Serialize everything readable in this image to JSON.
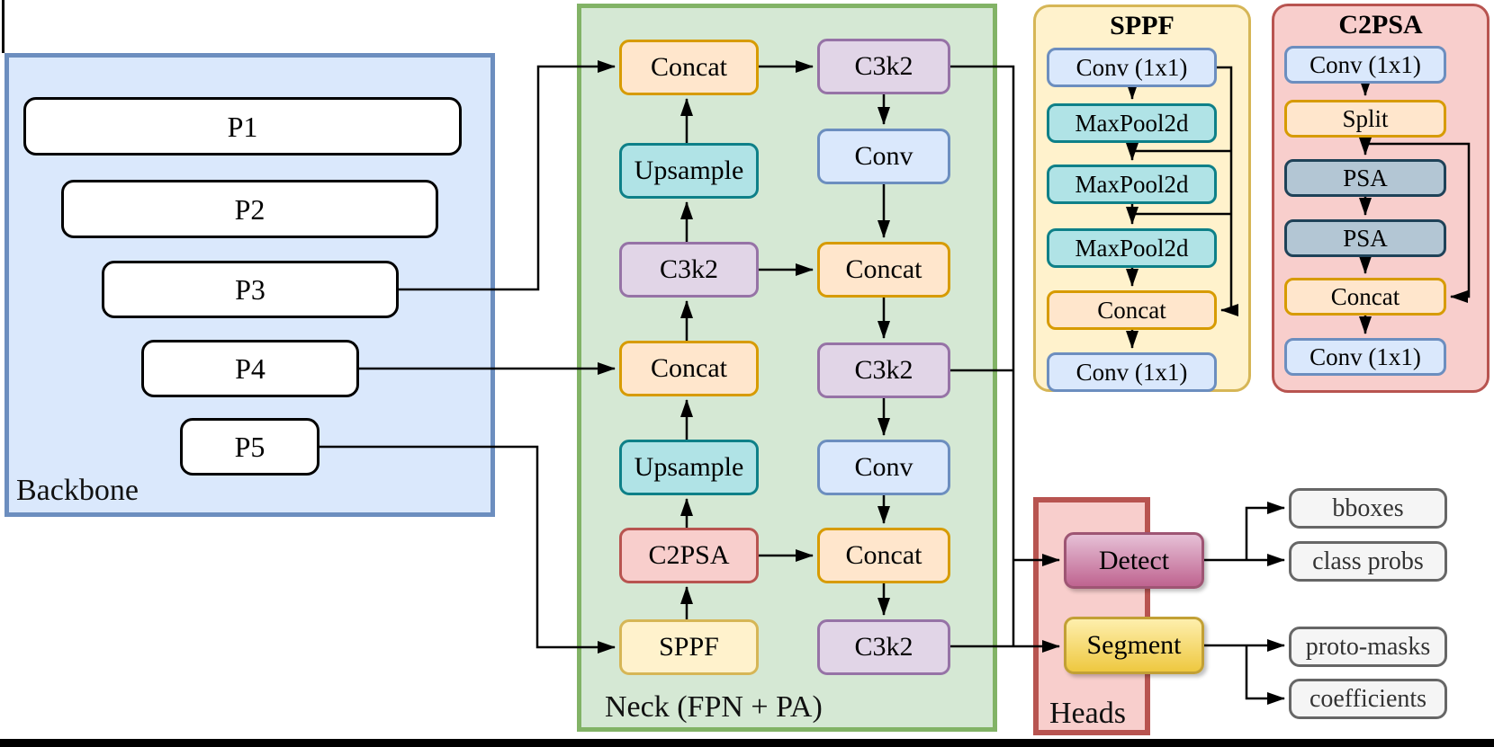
{
  "backbone": {
    "label": "Backbone",
    "levels": [
      "P1",
      "P2",
      "P3",
      "P4",
      "P5"
    ]
  },
  "neck": {
    "label": "Neck (FPN + PA)",
    "left_column": [
      "Concat",
      "Upsample",
      "C3k2",
      "Concat",
      "Upsample",
      "C2PSA",
      "SPPF"
    ],
    "right_column": [
      "C3k2",
      "Conv",
      "Concat",
      "C3k2",
      "Conv",
      "Concat",
      "C3k2"
    ]
  },
  "sppf_detail": {
    "title": "SPPF",
    "blocks": [
      "Conv (1x1)",
      "MaxPool2d",
      "MaxPool2d",
      "MaxPool2d",
      "Concat",
      "Conv (1x1)"
    ]
  },
  "c2psa_detail": {
    "title": "C2PSA",
    "blocks": [
      "Conv (1x1)",
      "Split",
      "PSA",
      "PSA",
      "Concat",
      "Conv (1x1)"
    ]
  },
  "heads": {
    "label": "Heads",
    "blocks": [
      "Detect",
      "Segment"
    ]
  },
  "outputs": {
    "detect": [
      "bboxes",
      "class probs"
    ],
    "segment": [
      "proto-masks",
      "coefficients"
    ]
  },
  "colors": {
    "backbone_fill": "#dae8fc",
    "backbone_stroke": "#6c8ebf",
    "neck_fill": "#d5e8d4",
    "neck_stroke": "#82b366",
    "heads_fill": "#f8cecc",
    "heads_stroke": "#b85450",
    "concat_fill": "#ffe6cc",
    "concat_stroke": "#d79b00",
    "c3k2_fill": "#e1d5e7",
    "c3k2_stroke": "#9673a6",
    "upsample_fill": "#b0e3e6",
    "upsample_stroke": "#0e8088",
    "conv_fill": "#dae8fc",
    "conv_stroke": "#6c8ebf",
    "c2psa_fill": "#f8cecc",
    "c2psa_stroke": "#b85450",
    "sppf_fill": "#fff2cc",
    "sppf_stroke": "#d6b656",
    "psa_fill": "#b3c6d4",
    "psa_stroke": "#1f4258",
    "detect_gradient": [
      "#e6c0d6",
      "#bf6490"
    ],
    "segment_gradient": [
      "#feefad",
      "#eec840"
    ],
    "output_fill": "#f5f5f5",
    "output_stroke": "#666666",
    "wire": "#000000"
  }
}
